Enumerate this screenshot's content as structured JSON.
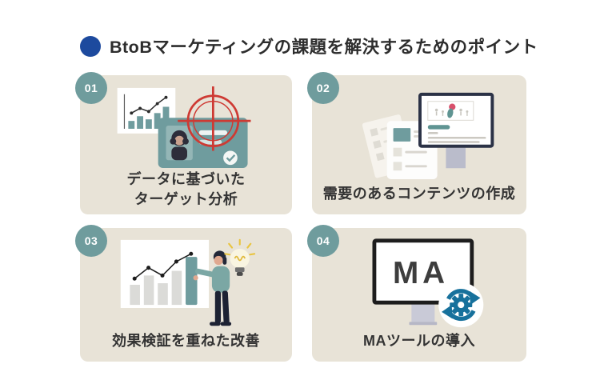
{
  "title": {
    "text": "BtoBマーケティングの課題を解決するためのポイント",
    "bullet_icon": "blue-dot-icon",
    "bullet_color": "#1d4a9e"
  },
  "colors": {
    "page_background": "#ffffff",
    "card_background": "#e8e3d7",
    "badge_background": "#6f9c9d",
    "accent_teal": "#6f9c9e",
    "target_red": "#ce3a33",
    "gear_blue": "#17719c",
    "monitor_dark": "#2b3246",
    "text_dark": "#333333",
    "lightbulb_yellow": "#e9c440"
  },
  "cards": [
    {
      "number": "01",
      "icon": "target-id-card-chart-icon",
      "label_line1": "データに基づいた",
      "label_line2": "ターゲット分析"
    },
    {
      "number": "02",
      "icon": "monitor-documents-content-icon",
      "label_line1": "需要のあるコンテンツの作成"
    },
    {
      "number": "03",
      "icon": "person-growth-chart-lightbulb-icon",
      "label_line1": "効果検証を重ねた改善"
    },
    {
      "number": "04",
      "icon": "ma-monitor-gear-sync-icon",
      "label_line1": "MAツールの導入",
      "monitor_text": "MA"
    }
  ]
}
